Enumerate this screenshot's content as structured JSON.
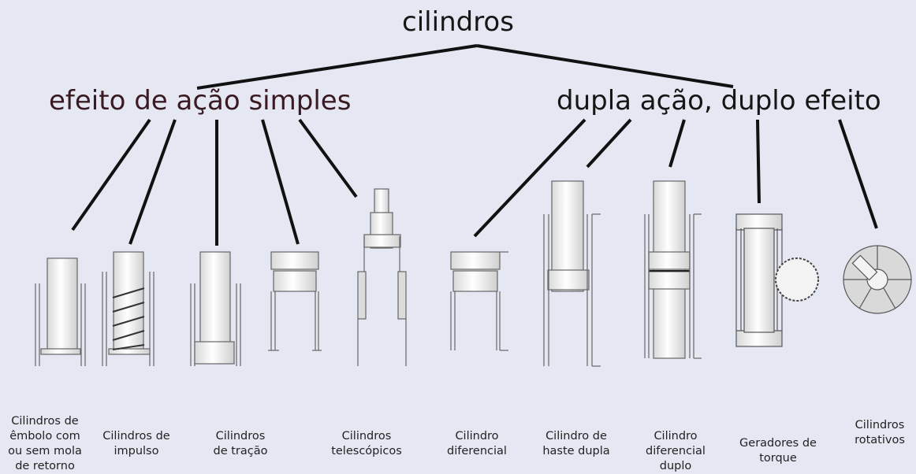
{
  "root": {
    "title": "cilindros"
  },
  "branches": [
    {
      "title": "efeito de ação simples"
    },
    {
      "title": "dupla ação, duplo efeito"
    }
  ],
  "items": [
    {
      "label": "Cilindros de\nêmbolo com\nou sem mola\nde retorno"
    },
    {
      "label": "Cilindros de\nimpulso"
    },
    {
      "label": "Cilindros\nde tração"
    },
    {
      "label": "Cilindros\ntelescópicos"
    },
    {
      "label": "Cilindro\ndiferencial"
    },
    {
      "label": "Cilindro de\nhaste dupla"
    },
    {
      "label": "Cilindro\ndiferencial\nduplo"
    },
    {
      "label": "Geradores de\ntorque"
    },
    {
      "label": "Cilindros\nrotativos"
    }
  ]
}
